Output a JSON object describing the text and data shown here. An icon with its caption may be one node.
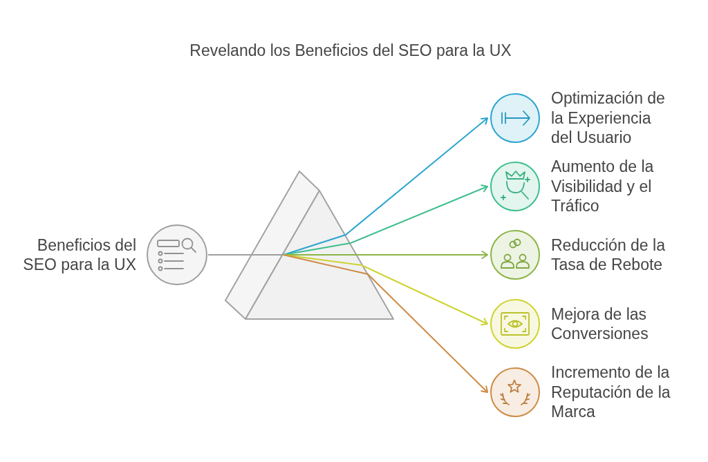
{
  "diagram": {
    "title": "Revelando los Beneficios del SEO para la UX",
    "nodes": [
      {
        "text": [
          "Beneficios del SEO para la UX"
        ]
      },
      {
        "text": [],
        "shape": "prism"
      },
      {
        "text": [
          "Optimización de la Experiencia del Usuario"
        ]
      },
      {
        "text": [
          "Aumento de la Visibilidad y el Tráfico"
        ]
      },
      {
        "text": [
          "Reducción de la Tasa de Rebote"
        ]
      },
      {
        "text": [
          "Mejora de las Conversiones"
        ]
      },
      {
        "text": [
          "Incremento de la Reputación de la Marca"
        ]
      }
    ],
    "edges": [
      {
        "from": 0,
        "to": 1,
        "arrow": "none",
        "color": "#9e9e9e"
      },
      {
        "from": 1,
        "to": 2,
        "arrow": "to",
        "color": "#2ba5cf"
      },
      {
        "from": 1,
        "to": 3,
        "arrow": "to",
        "color": "#3fbe8c"
      },
      {
        "from": 1,
        "to": 4,
        "arrow": "to",
        "color": "#8bb547"
      },
      {
        "from": 1,
        "to": 5,
        "arrow": "to",
        "color": "#cdd32f"
      },
      {
        "from": 1,
        "to": 6,
        "arrow": "to",
        "color": "#cf8a44"
      }
    ]
  }
}
